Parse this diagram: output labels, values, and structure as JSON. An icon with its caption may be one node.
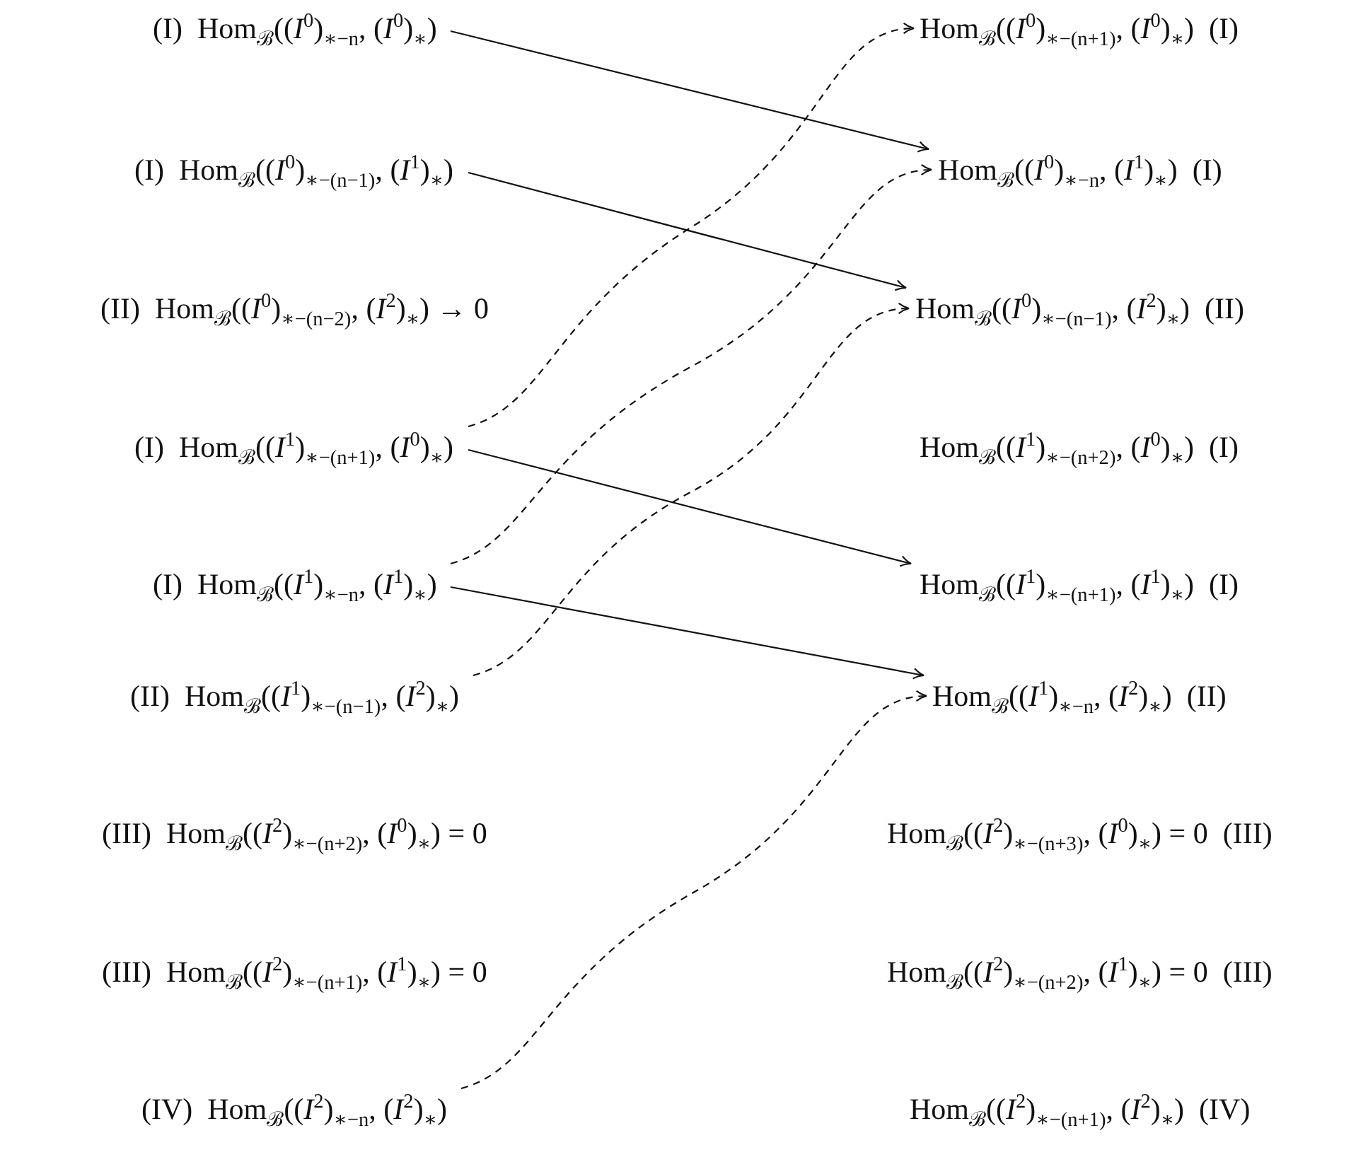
{
  "diagram": {
    "nodes": [
      {
        "text": [
          "(I)  Hom$_{ℬ}$((*I*$^{0}$)$_{∗−n}$, (*I*$^{0}$)$_{∗}$)"
        ]
      },
      {
        "text": [
          "(I)  Hom$_{ℬ}$((*I*$^{0}$)$_{∗−(n−1)}$, (*I*$^{1}$)$_{∗}$)"
        ]
      },
      {
        "text": [
          "(II)  Hom$_{ℬ}$((*I*$^{0}$)$_{∗−(n−2)}$, (*I*$^{2}$)$_{∗}$) → 0"
        ]
      },
      {
        "text": [
          "(I)  Hom$_{ℬ}$((*I*$^{1}$)$_{∗−(n+1)}$, (*I*$^{0}$)$_{∗}$)"
        ]
      },
      {
        "text": [
          "(I)  Hom$_{ℬ}$((*I*$^{1}$)$_{∗−n}$, (*I*$^{1}$)$_{∗}$)"
        ]
      },
      {
        "text": [
          "(II)  Hom$_{ℬ}$((*I*$^{1}$)$_{∗−(n−1)}$, (*I*$^{2}$)$_{∗}$)"
        ]
      },
      {
        "text": [
          "(III)  Hom$_{ℬ}$((*I*$^{2}$)$_{∗−(n+2)}$, (*I*$^{0}$)$_{∗}$) = 0"
        ]
      },
      {
        "text": [
          "(III)  Hom$_{ℬ}$((*I*$^{2}$)$_{∗−(n+1)}$, (*I*$^{1}$)$_{∗}$) = 0"
        ]
      },
      {
        "text": [
          "(IV)  Hom$_{ℬ}$((*I*$^{2}$)$_{∗−n}$, (*I*$^{2}$)$_{∗}$)"
        ]
      },
      {
        "text": [
          "Hom$_{ℬ}$((*I*$^{0}$)$_{∗−(n+1)}$, (*I*$^{0}$)$_{∗}$)  (I)"
        ]
      },
      {
        "text": [
          "Hom$_{ℬ}$((*I*$^{0}$)$_{∗−n}$, (*I*$^{1}$)$_{∗}$)  (I)"
        ]
      },
      {
        "text": [
          "Hom$_{ℬ}$((*I*$^{0}$)$_{∗−(n−1)}$, (*I*$^{2}$)$_{∗}$)  (II)"
        ]
      },
      {
        "text": [
          "Hom$_{ℬ}$((*I*$^{1}$)$_{∗−(n+2)}$, (*I*$^{0}$)$_{∗}$)  (I)"
        ]
      },
      {
        "text": [
          "Hom$_{ℬ}$((*I*$^{1}$)$_{∗−(n+1)}$, (*I*$^{1}$)$_{∗}$)  (I)"
        ]
      },
      {
        "text": [
          "Hom$_{ℬ}$((*I*$^{1}$)$_{∗−n}$, (*I*$^{2}$)$_{∗}$)  (II)"
        ]
      },
      {
        "text": [
          "Hom$_{ℬ}$((*I*$^{2}$)$_{∗−(n+3)}$, (*I*$^{0}$)$_{∗}$) = 0  (III)"
        ]
      },
      {
        "text": [
          "Hom$_{ℬ}$((*I*$^{2}$)$_{∗−(n+2)}$, (*I*$^{1}$)$_{∗}$) = 0  (III)"
        ]
      },
      {
        "text": [
          "Hom$_{ℬ}$((*I*$^{2}$)$_{∗−(n+1)}$, (*I*$^{2}$)$_{∗}$)  (IV)"
        ]
      }
    ],
    "edges": [
      {
        "from": 0,
        "to": 10,
        "arrow": "to"
      },
      {
        "from": 1,
        "to": 11,
        "arrow": "to"
      },
      {
        "from": 3,
        "to": 13,
        "arrow": "to"
      },
      {
        "from": 4,
        "to": 14,
        "arrow": "to"
      },
      {
        "from": 3,
        "to": 9,
        "arrow": "to",
        "style": "dashed"
      },
      {
        "from": 4,
        "to": 10,
        "arrow": "to",
        "style": "dashed"
      },
      {
        "from": 5,
        "to": 11,
        "arrow": "to",
        "style": "dashed"
      },
      {
        "from": 8,
        "to": 14,
        "arrow": "to",
        "style": "dashed"
      }
    ]
  }
}
